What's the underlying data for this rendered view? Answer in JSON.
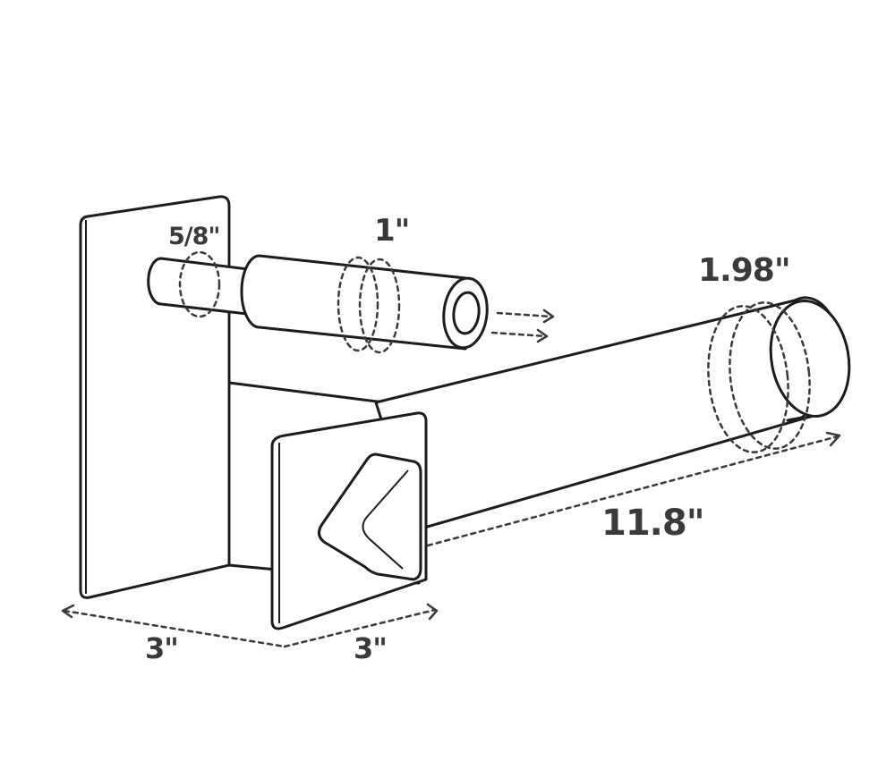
{
  "dimensions": {
    "small_pin_diameter": "5/8\"",
    "sleeve_diameter": "1\"",
    "tube_diameter": "1.98\"",
    "tube_length": "11.8\"",
    "base_width_left": "3\"",
    "base_width_right": "3\""
  },
  "colors": {
    "outline": "#1c1c1c",
    "dimension_text": "#3a3a3a",
    "background": "#ffffff"
  }
}
